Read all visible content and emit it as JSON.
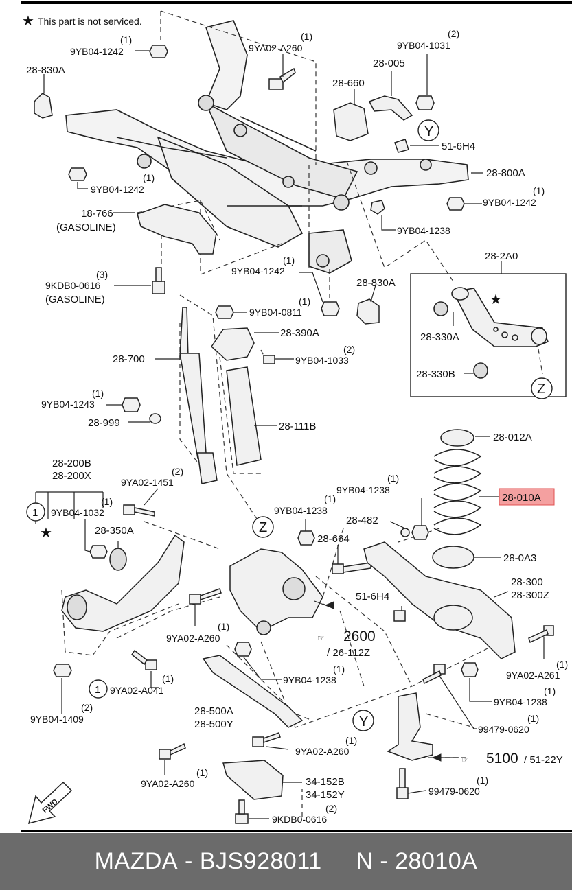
{
  "note": {
    "star": "★",
    "text": "This part is not serviced."
  },
  "labels": {
    "l9YB04_1242_a": "9YB04-1242",
    "q1a": "(1)",
    "l9YA02_A260_a": "9YA02-A260",
    "q1b": "(1)",
    "l9YB04_1031": "9YB04-1031",
    "q2a": "(2)",
    "l28_830A_a": "28-830A",
    "l28_005": "28-005",
    "l28_660": "28-660",
    "l51_6H4_a": "51-6H4",
    "l28_800A": "28-800A",
    "l9YB04_1242_b": "9YB04-1242",
    "q1c": "(1)",
    "l9YB04_1242_c": "9YB04-1242",
    "q1d": "(1)",
    "l18_766": "18-766",
    "gasoline_a": "(GASOLINE)",
    "l9YB04_1238_a": "9YB04-1238",
    "l9YB04_1242_d": "9YB04-1242",
    "q1e": "(1)",
    "l9KDB0_0616_a": "9KDB0-0616",
    "q3": "(3)",
    "gasoline_b": "(GASOLINE)",
    "l28_830A_b": "28-830A",
    "l28_2A0": "28-2A0",
    "l9YB04_0811": "9YB04-0811",
    "q1f": "(1)",
    "l28_390A": "28-390A",
    "l28_330A": "28-330A",
    "l28_700": "28-700",
    "l9YB04_1033": "9YB04-1033",
    "q2b": "(2)",
    "l28_330B": "28-330B",
    "l9YB04_1243": "9YB04-1243",
    "q1g": "(1)",
    "l28_999": "28-999",
    "l28_111B": "28-111B",
    "l28_012A": "28-012A",
    "l28_200B": "28-200B",
    "l28_200X": "28-200X",
    "l9YA02_1451": "9YA02-1451",
    "q2c": "(2)",
    "l9YB04_1238_b": "9YB04-1238",
    "q1h": "(1)",
    "l28_010A": "28-010A",
    "l9YB04_1032": "9YB04-1032",
    "q1i": "(1)",
    "l9YB04_1238_c": "9YB04-1238",
    "q1j": "(1)",
    "l28_482": "28-482",
    "l28_350A": "28-350A",
    "l28_664": "28-664",
    "l28_0A3": "28-0A3",
    "l28_300": "28-300",
    "l28_300Z": "28-300Z",
    "l51_6H4_b": "51-6H4",
    "l9YA02_A260_b": "9YA02-A260",
    "q1k": "(1)",
    "ref2600": "2600",
    "ref26_112Z": "/ 26-112Z",
    "l9YA02_A261": "9YA02-A261",
    "q1l": "(1)",
    "l9YB04_1238_d": "9YB04-1238",
    "q1m": "(1)",
    "l9YA02_A041": "9YA02-A041",
    "q1n": "(1)",
    "l9YB04_1238_e": "9YB04-1238",
    "q1o": "(1)",
    "l28_500A": "28-500A",
    "l28_500Y": "28-500Y",
    "l99479_0620_a": "99479-0620",
    "q1p": "(1)",
    "l9YB04_1409": "9YB04-1409",
    "q2d": "(2)",
    "l9YA02_A260_c": "9YA02-A260",
    "q1q": "(1)",
    "ref5100": "5100",
    "ref51_22Y": "/ 51-22Y",
    "l9YA02_A260_d": "9YA02-A260",
    "q1r": "(1)",
    "l34_152B": "34-152B",
    "l34_152Y": "34-152Y",
    "l99479_0620_b": "99479-0620",
    "q1s": "(1)",
    "l9KDB0_0616_b": "9KDB0-0616",
    "q2e": "(2)",
    "markY_a": "Y",
    "markY_b": "Y",
    "markZ_a": "Z",
    "markZ_b": "Z",
    "mark1_a": "1",
    "mark1_b": "1",
    "fwd": "FWD"
  },
  "highlight": {
    "part": "28-010A",
    "fill": "#f4a0a0",
    "border": "#e05050"
  },
  "footer": {
    "brand": "MAZDA",
    "sep": " - ",
    "oem": "BJS928011",
    "gap": "     ",
    "n_prefix": "N",
    "n_sep": " - ",
    "n_value": "28010A",
    "background": "#6b6b6b"
  }
}
